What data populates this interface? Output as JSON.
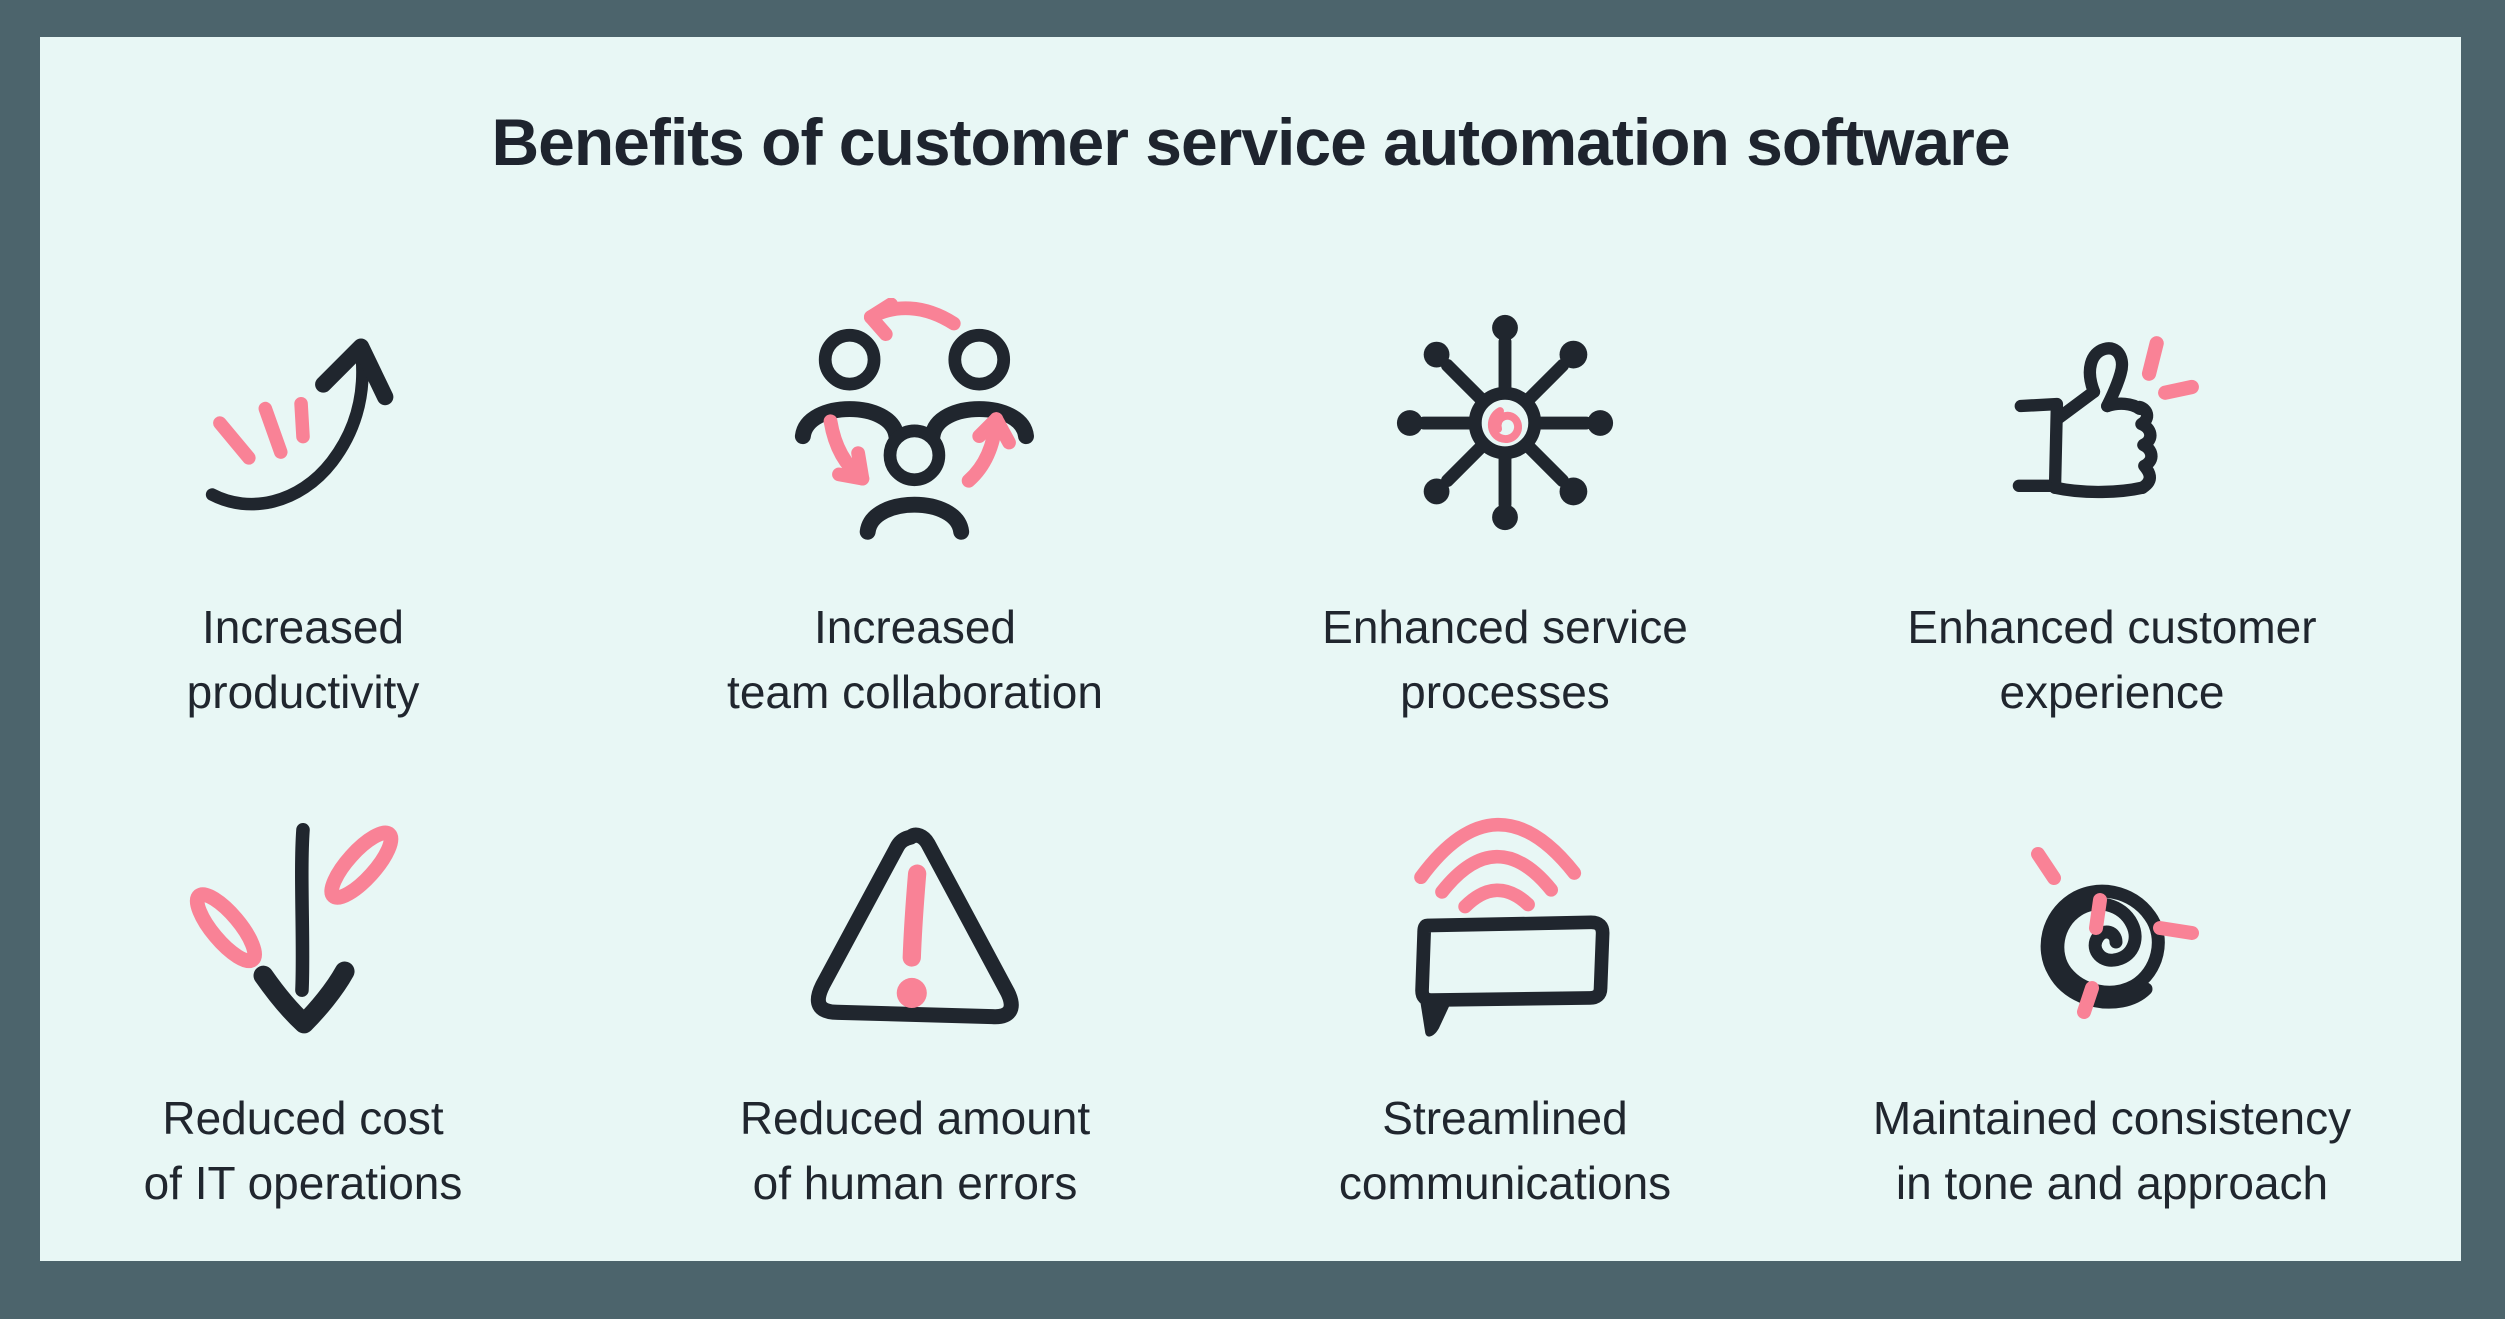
{
  "title": "Benefits of customer service automation software",
  "colors": {
    "background": "#4c646c",
    "card": "#e8f7f5",
    "ink": "#20262e",
    "accent_pink": "#f98296"
  },
  "benefits": [
    {
      "icon": "growth-arrow-icon",
      "line1": "Increased",
      "line2": "productivity"
    },
    {
      "icon": "team-cycle-icon",
      "line1": "Increased",
      "line2": "team collaboration"
    },
    {
      "icon": "hub-network-icon",
      "line1": "Enhanced service",
      "line2": "processes"
    },
    {
      "icon": "thumbs-up-icon",
      "line1": "Enhanced customer",
      "line2": "experience"
    },
    {
      "icon": "down-arrow-icon",
      "line1": "Reduced cost",
      "line2": "of IT operations"
    },
    {
      "icon": "warning-triangle-icon",
      "line1": "Reduced amount",
      "line2": "of human errors"
    },
    {
      "icon": "chat-signal-icon",
      "line1": "Streamlined",
      "line2": "communications"
    },
    {
      "icon": "spiral-icon",
      "line1": "Maintained consistency",
      "line2": "in tone and approach"
    }
  ]
}
